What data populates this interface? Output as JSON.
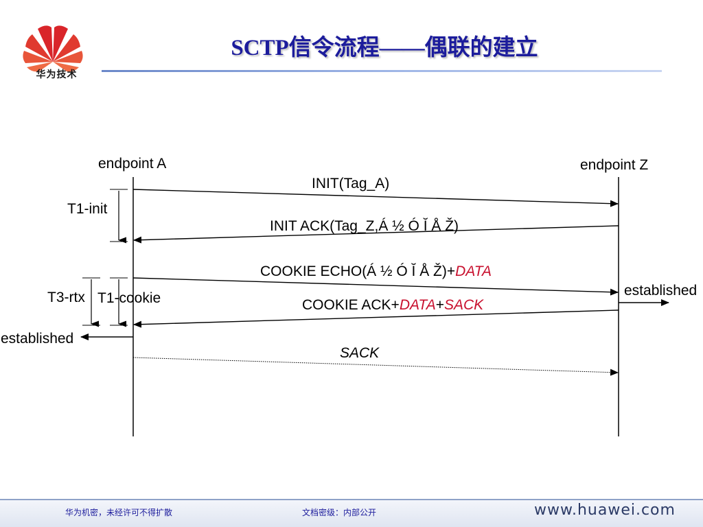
{
  "header": {
    "logo_text": "华为技术",
    "title": "SCTP信令流程——偶联的建立"
  },
  "diagram": {
    "endpoints": {
      "a": "endpoint A",
      "z": "endpoint Z"
    },
    "messages": {
      "init": "INIT(Tag_A)",
      "init_ack": "INIT ACK(Tag_Z,Á ½ Ó Ĭ Å Ž)",
      "cookie_echo_prefix": "COOKIE ECHO(Á ½ Ó Ĭ Å Ž)+",
      "cookie_echo_data": "DATA",
      "cookie_ack_prefix": "COOKIE ACK+",
      "cookie_ack_data": "DATA",
      "cookie_ack_plus": "+",
      "cookie_ack_sack": "SACK",
      "sack": "SACK"
    },
    "timers": {
      "t1_init": "T1-init",
      "t3_rtx": "T3-rtx",
      "t1_cookie": "T1-cookie"
    },
    "states": {
      "established_z": "established",
      "established_a": "established"
    },
    "colors": {
      "highlight": "#c8102e"
    }
  },
  "footer": {
    "confidential": "华为机密，未经许可不得扩散",
    "classification": "文档密级：内部公开",
    "url": "www.huawei.com"
  }
}
